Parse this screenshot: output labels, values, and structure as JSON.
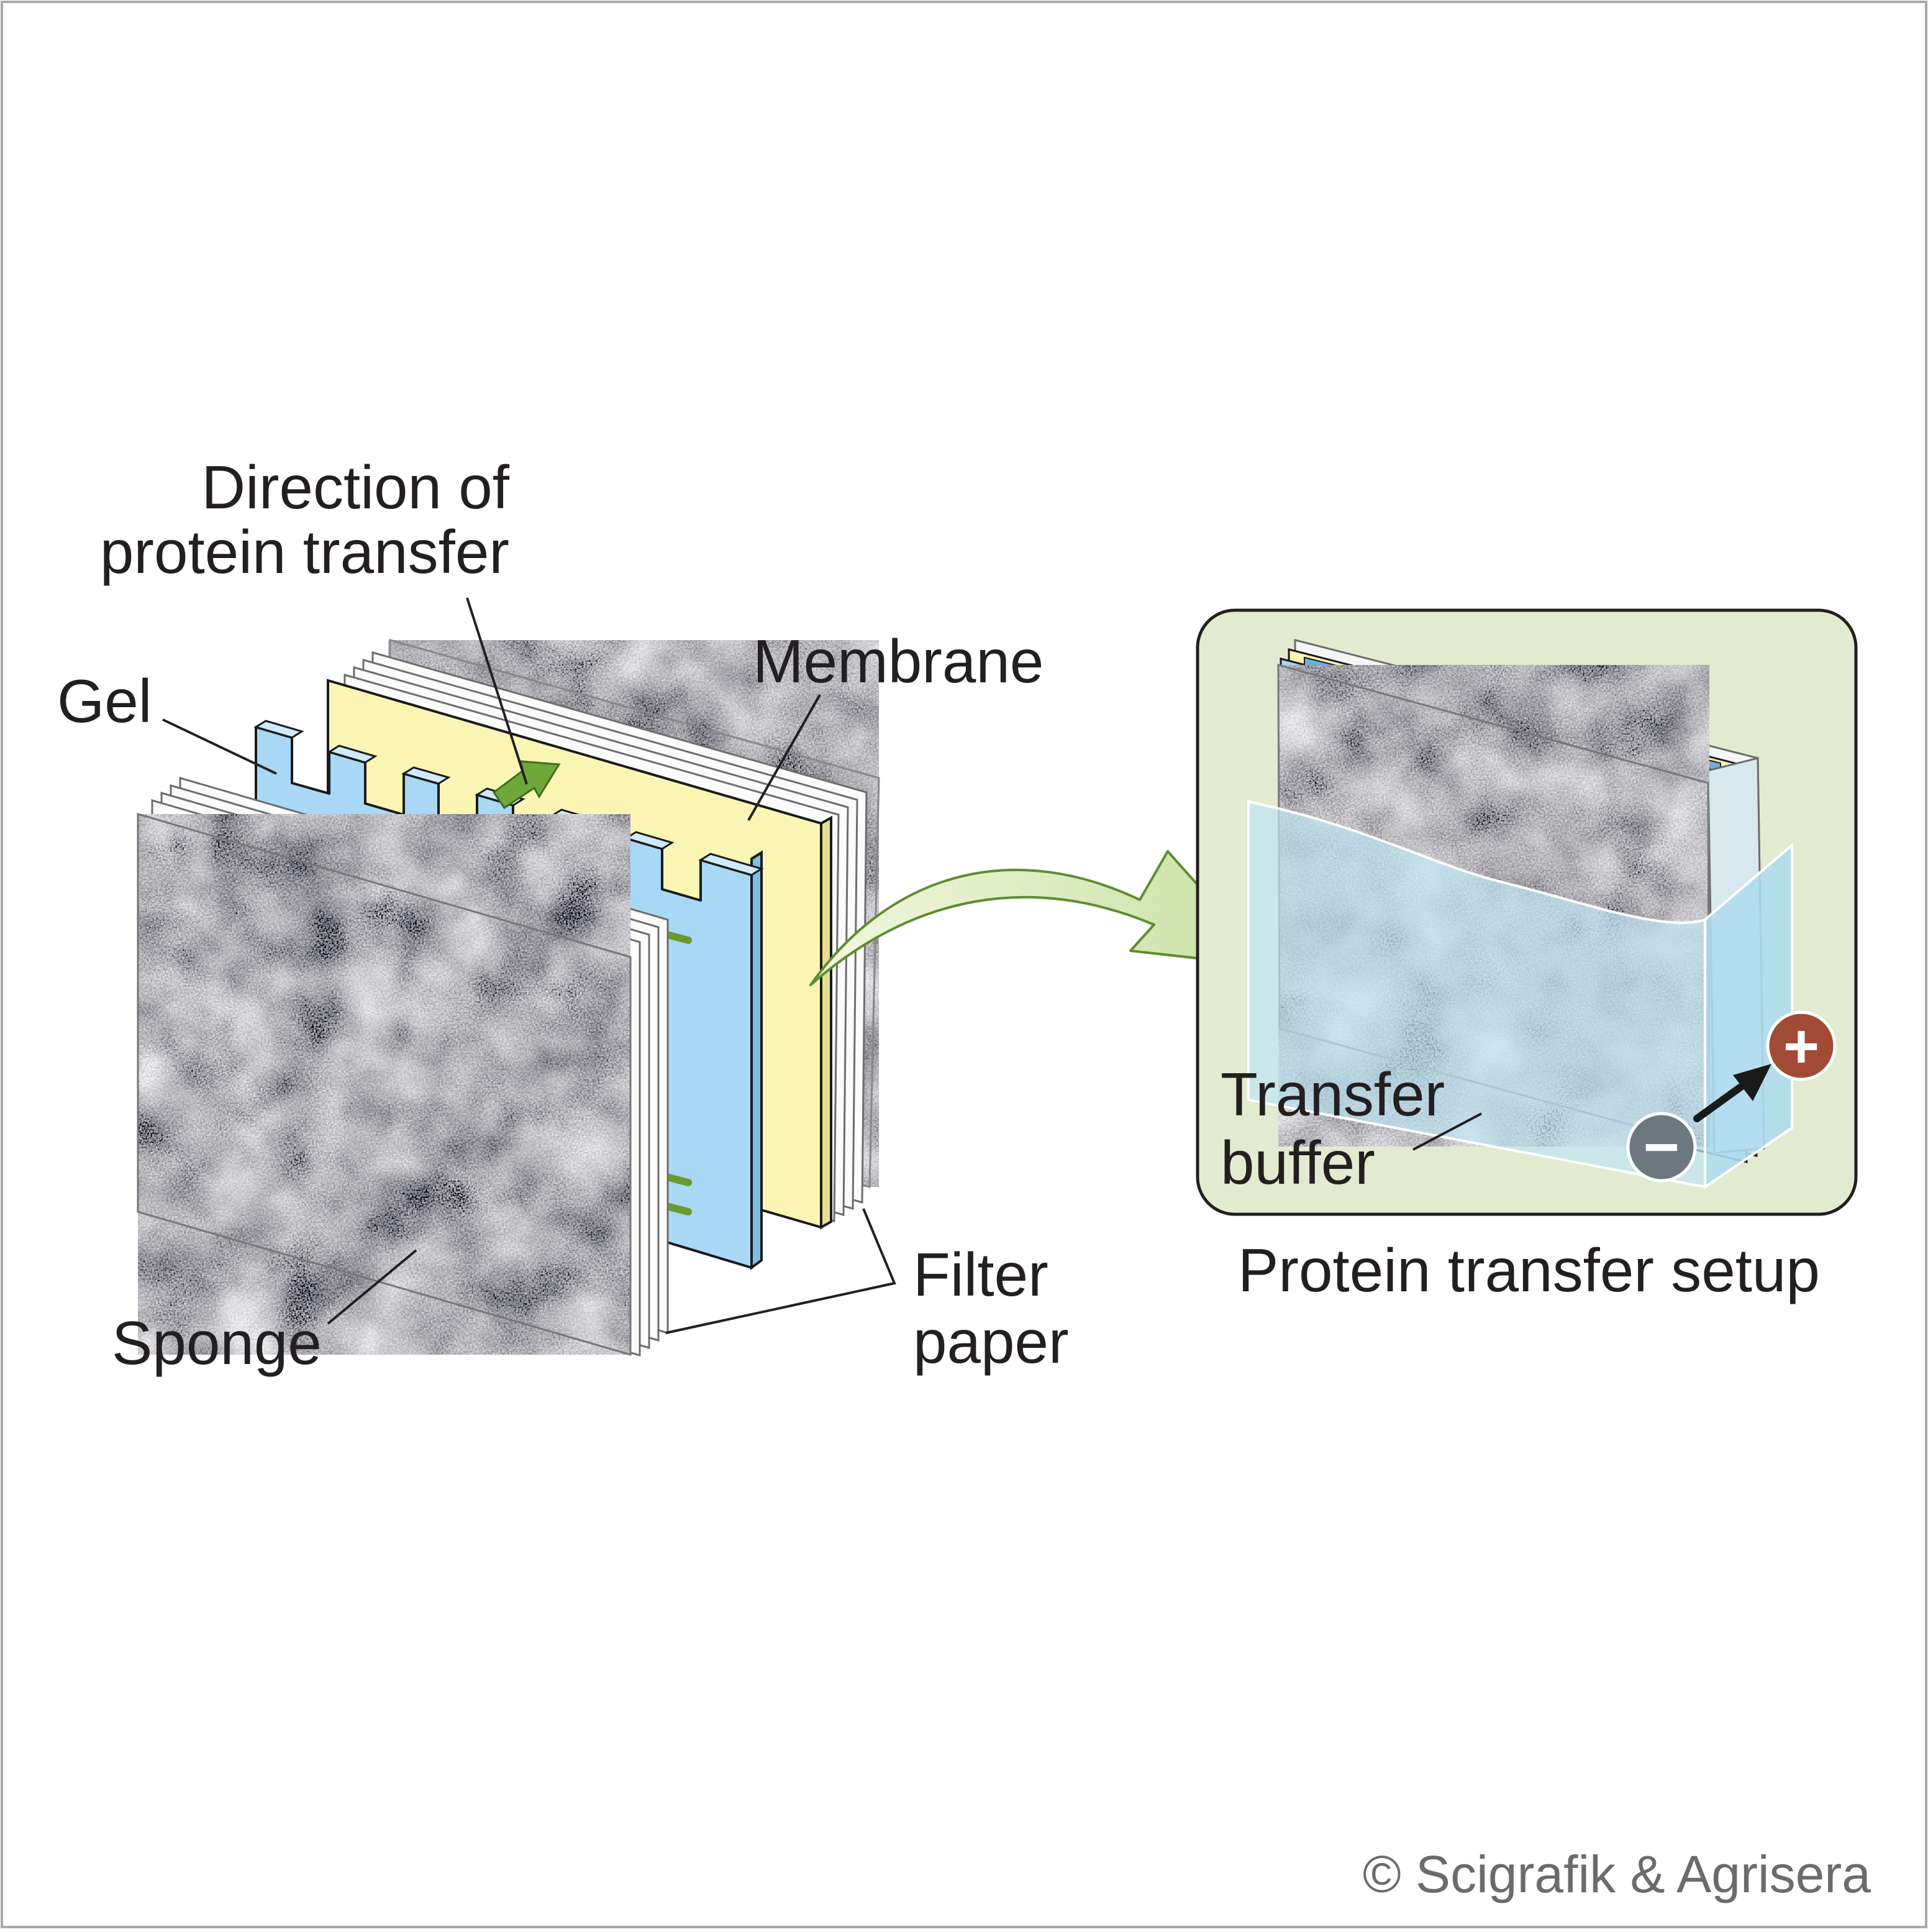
{
  "labels": {
    "direction_line1": "Direction of",
    "direction_line2": "protein transfer",
    "gel": "Gel",
    "membrane": "Membrane",
    "sponge": "Sponge",
    "filter_line1": "Filter",
    "filter_line2": "paper",
    "buffer_line1": "Transfer",
    "buffer_line2": "buffer",
    "setup_caption": "Protein transfer setup",
    "copyright": "© Scigrafik & Agrisera"
  },
  "electrodes": {
    "positive": "+",
    "negative": "−"
  },
  "colors": {
    "gel": "#a8d8f5",
    "membrane": "#fbf5b4",
    "transfer_arrow": "#6ea839",
    "setup_box": "#e2ebd0",
    "buffer": "#bfe4f2",
    "positive_electrode": "#a14b37",
    "negative_electrode": "#6c7780"
  }
}
